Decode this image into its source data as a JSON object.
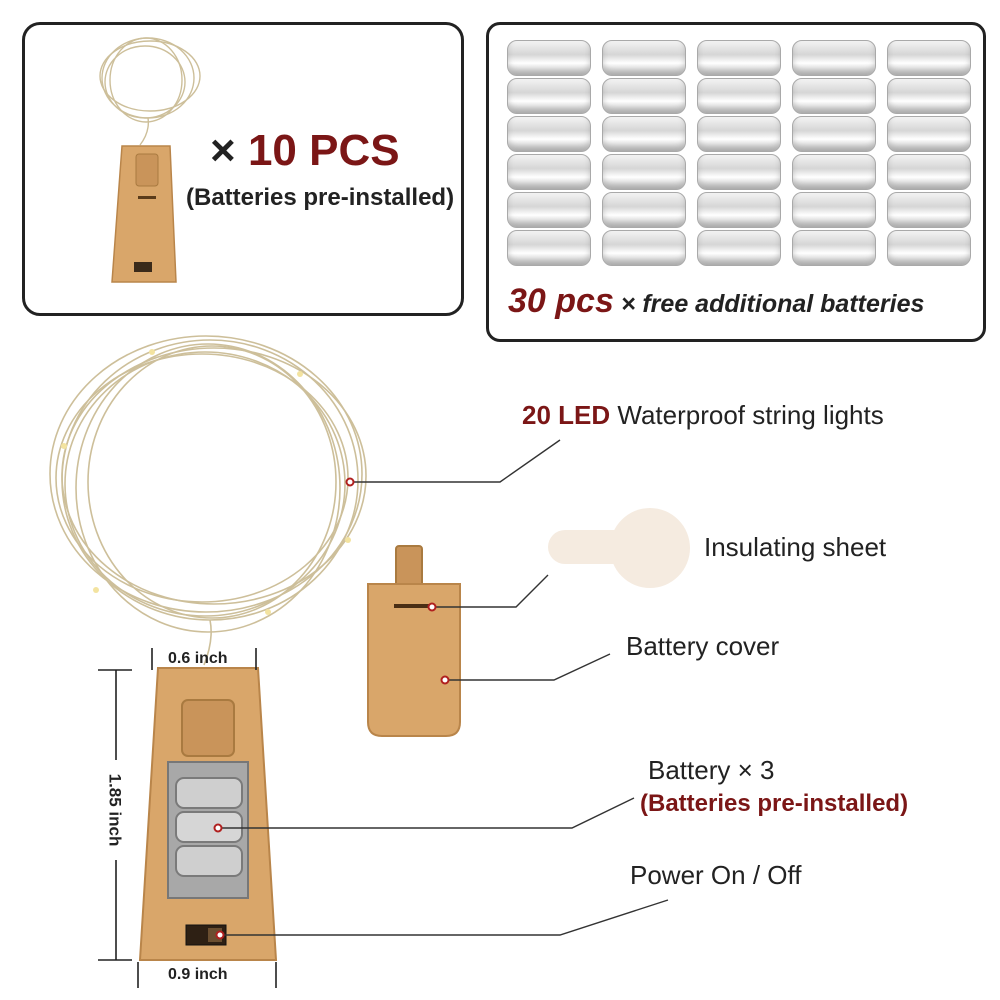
{
  "package": {
    "multiplier": "×",
    "quantity": "10 PCS",
    "note": "(Batteries pre-installed)"
  },
  "extra_batteries": {
    "count": "30 pcs",
    "text": "× free additional batteries",
    "columns": 5,
    "rows": 6
  },
  "parts": {
    "lights": {
      "highlight": "20 LED",
      "text": " Waterproof string lights"
    },
    "insulating_sheet": "Insulating sheet",
    "battery_cover": "Battery cover",
    "battery": {
      "text": "Battery × 3",
      "note": "(Batteries pre-installed)"
    },
    "power": "Power On / Off"
  },
  "dimensions": {
    "neck_width": "0.6 inch",
    "height": "1.85 inch",
    "base_width": "0.9 inch"
  },
  "colors": {
    "accent": "#7b1616",
    "cork": "#d9a66a",
    "cork_dark": "#b9854a",
    "battery_silver": "#cfcfcf",
    "sheet": "#f5ebe0",
    "wire": "#cdbf9a"
  }
}
